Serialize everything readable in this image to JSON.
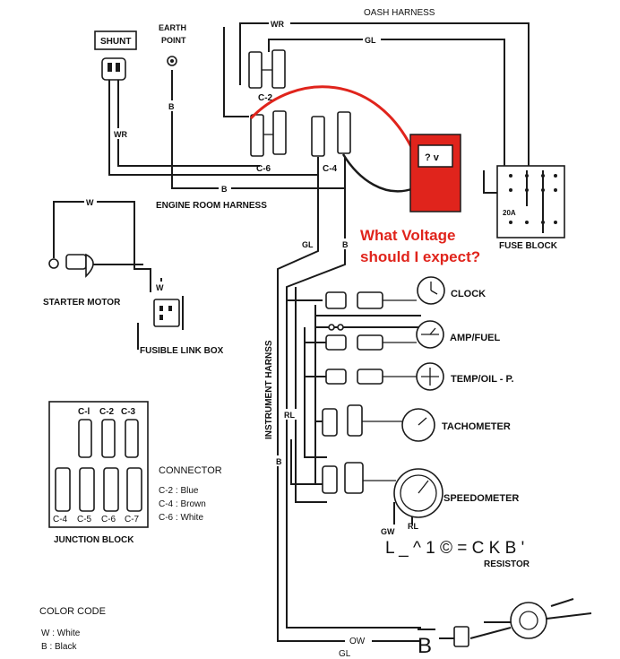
{
  "harness": {
    "dash": "OASH HARNESS",
    "engine_room": "ENGINE ROOM HARNESS",
    "instrument": "INSTRUMENT HARNSS"
  },
  "components": {
    "shunt": "SHUNT",
    "earth_point_line1": "EARTH",
    "earth_point_line2": "POINT",
    "starter_motor": "STARTER MOTOR",
    "fusible_link_box": "FUSIBLE LINK BOX",
    "fuse_block": "FUSE BLOCK",
    "junction_block": "JUNCTION BLOCK",
    "resistor": "RESISTOR"
  },
  "connectors": {
    "c2": "C-2",
    "c4": "C-4",
    "c6": "C-6"
  },
  "wire_labels": {
    "wr_top": "WR",
    "gl_top": "GL",
    "wr_shunt": "WR",
    "b_earth": "B",
    "b_engine": "B",
    "w_starter": "W",
    "w_fusible": "W",
    "gl_vertical": "GL",
    "b_vertical": "B",
    "rl_left": "RL",
    "b_left": "B",
    "gw": "GW",
    "rl_speedo": "RL",
    "ow": "OW",
    "gl_bottom": "GL",
    "fuse_20a": "20A"
  },
  "gauges": {
    "clock": "CLOCK",
    "amp_fuel": "AMP/FUEL",
    "temp_oil": "TEMP/OIL - P.",
    "tachometer": "TACHOMETER",
    "speedometer": "SPEEDOMETER"
  },
  "junction": {
    "top_labels": [
      "C-l",
      "C-2",
      "C-3"
    ],
    "bottom_labels": [
      "C-4",
      "C-5",
      "C-6",
      "C-7"
    ]
  },
  "connector_legend": {
    "title": "CONNECTOR",
    "rows": [
      "C-2  :  Blue",
      "C-4  :  Brown",
      "C-6  :  White"
    ]
  },
  "color_code": {
    "title": "COLOR CODE",
    "rows": [
      "W  :  White",
      "B  :  Black"
    ]
  },
  "ocr_artifact": "L _ ^ 1 © = C K B '",
  "bottom_letter": "B",
  "meter": {
    "display": "? v"
  },
  "question": {
    "line1": "What Voltage",
    "line2": "should I expect?"
  },
  "colors": {
    "annotation_red": "#e0241c",
    "line": "#1a1a1a"
  }
}
